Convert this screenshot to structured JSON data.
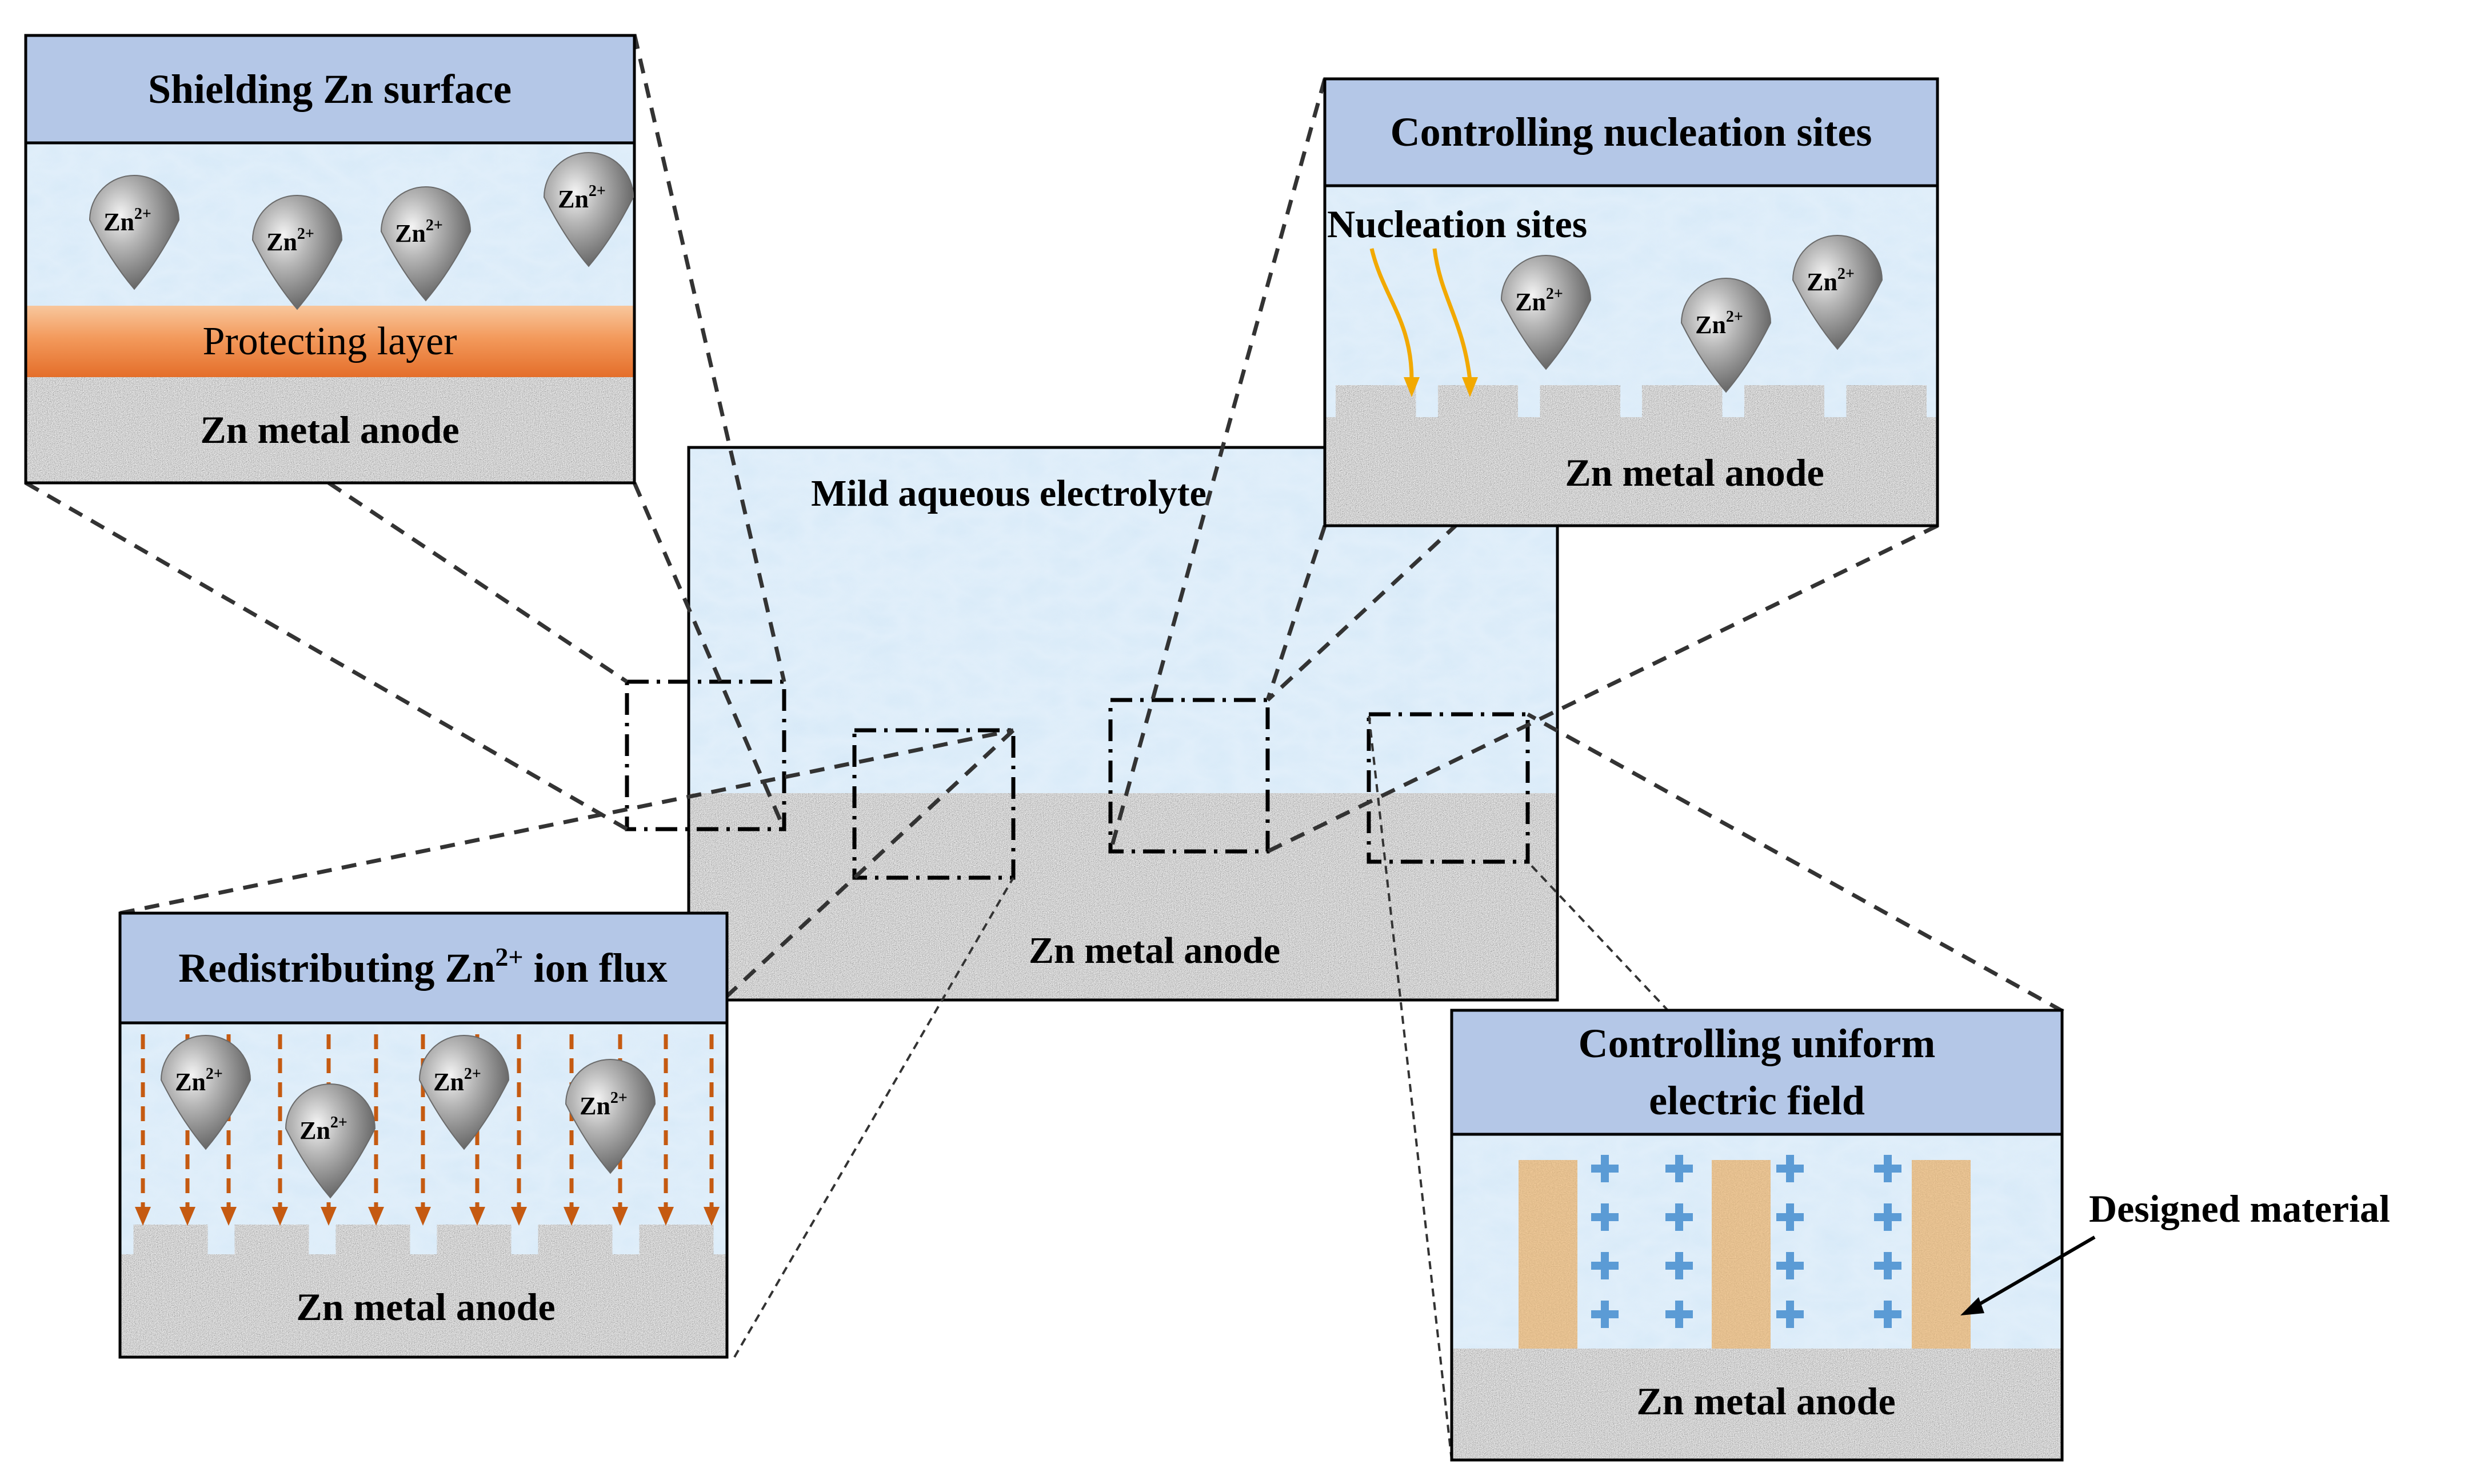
{
  "colors": {
    "electrolyte": "#d6e9f8",
    "electrolyte_dark": "#b9d6ee",
    "anode": "#9a9a9a",
    "title_bar": "#b4c7e7",
    "protect_top": "#f6b27c",
    "protect_bottom": "#e97a3a",
    "arrow_orange": "#c55a11",
    "arrow_yellow": "#f2a900",
    "plus_blue": "#5b9bd5",
    "designed_material": "#b6814a",
    "droplet": "#707070"
  },
  "center": {
    "electrolyte_label": "Mild aqueous electrolyte",
    "anode_label": "Zn metal anode"
  },
  "panel_shield": {
    "title": "Shielding Zn surface",
    "ion_label": "Zn",
    "ion_charge": "2+",
    "layer_label": "Protecting layer",
    "anode_label": "Zn metal anode"
  },
  "panel_nucleation": {
    "title": "Controlling nucleation sites",
    "sites_label": "Nucleation sites",
    "ion_label": "Zn",
    "ion_charge": "2+",
    "anode_label": "Zn metal anode"
  },
  "panel_flux": {
    "title_main": "Redistributing Zn",
    "title_sup": "2+",
    "title_tail": " ion flux",
    "ion_label": "Zn",
    "ion_charge": "2+",
    "anode_label": "Zn metal anode"
  },
  "panel_field": {
    "title_line1": "Controlling uniform",
    "title_line2": "electric field",
    "material_label": "Designed material",
    "anode_label": "Zn metal anode"
  },
  "icons": {
    "ion": "zn-ion-droplet-icon",
    "plus": "plus-charge-icon",
    "arrow": "arrow-icon"
  }
}
